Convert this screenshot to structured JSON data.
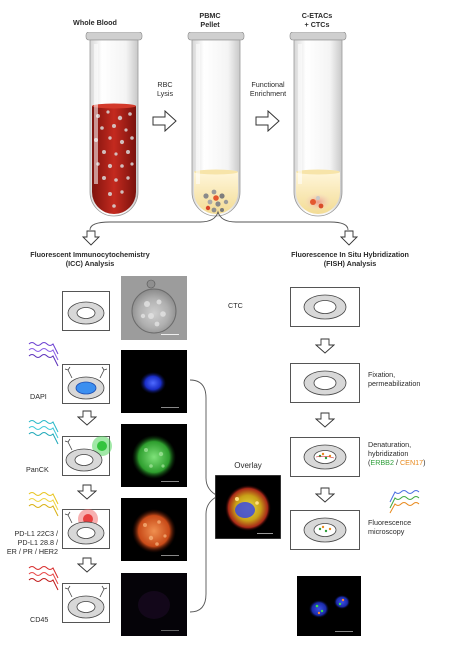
{
  "tubes": {
    "whole_blood": "Whole Blood",
    "pbmc_line1": "PBMC",
    "pbmc_line2": "Pellet",
    "cetacs_line1": "C-ETACs",
    "cetacs_line2": "+ CTCs"
  },
  "steps": {
    "rbc_line1": "RBC",
    "rbc_line2": "Lysis",
    "func_line1": "Functional",
    "func_line2": "Enrichment"
  },
  "icc": {
    "title_line1": "Fluorescent Immunocytochemistry",
    "title_line2": "(ICC) Analysis",
    "labels": {
      "dapi": "DAPI",
      "panck": "PanCK",
      "pdl1_line1": "PD-L1 22C3 /",
      "pdl1_line2": "PD-L1 28.8 /",
      "pdl1_line3": "ER / PR / HER2",
      "cd45": "CD45"
    }
  },
  "overlay": "Overlay",
  "ctc": "CTC",
  "fish": {
    "title_line1": "Fluorescence In Situ Hybridization",
    "title_line2": "(FISH) Analysis",
    "fixation_line1": "Fixation,",
    "fixation_line2": "permeabilization",
    "denat_line1": "Denaturation,",
    "denat_line2": "hybridization",
    "erbb2": "ERBB2",
    "slash": " / ",
    "cen17": "CEN17",
    "fluor_line1": "Fluorescence",
    "fluor_line2": "microscopy"
  },
  "colors": {
    "erbb2": "#2e9e3a",
    "cen17": "#e8891c",
    "blood": "#b3201a",
    "dapi": "#2f48e0",
    "panck": "#2fb63a",
    "pdl1": "#e83a2c"
  }
}
